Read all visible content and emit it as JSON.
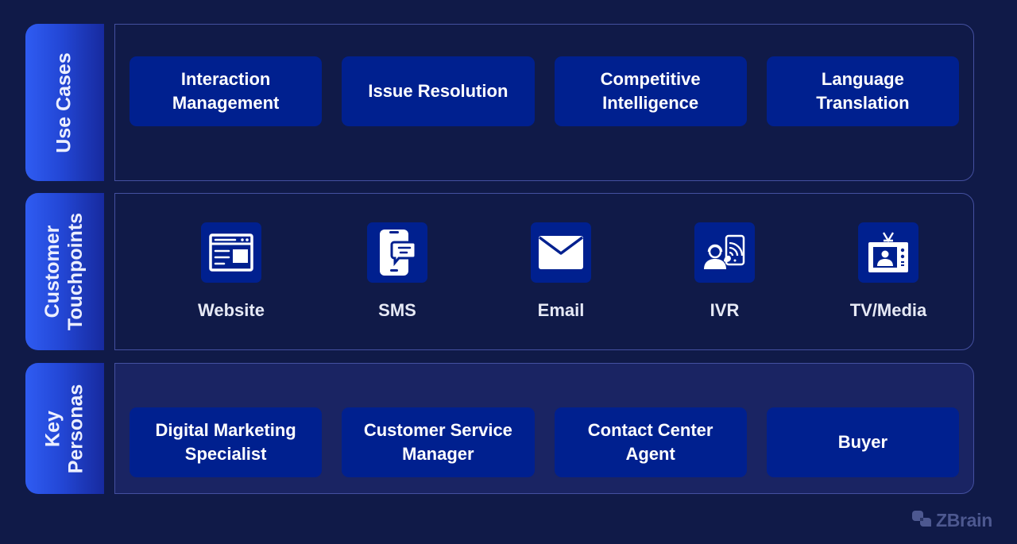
{
  "colors": {
    "background": "#101a48",
    "panel_border": "#4450a0",
    "personas_panel_bg": "#1a2463",
    "card_bg": "#00208f",
    "tab_gradient_start": "#2f5cf2",
    "tab_gradient_end": "#172a9e",
    "text": "#ffffff",
    "brand_text": "#4d5890"
  },
  "sections": {
    "use_cases": {
      "label": "Use Cases",
      "items": [
        {
          "label": "Interaction\nManagement"
        },
        {
          "label": "Issue Resolution"
        },
        {
          "label": "Competitive\nIntelligence"
        },
        {
          "label": "Language\nTranslation"
        }
      ]
    },
    "customer_touchpoints": {
      "label": "Customer\nTouchpoints",
      "items": [
        {
          "label": "Website",
          "icon": "browser-window-icon"
        },
        {
          "label": "SMS",
          "icon": "phone-chat-icon"
        },
        {
          "label": "Email",
          "icon": "envelope-icon"
        },
        {
          "label": "IVR",
          "icon": "agent-headset-phone-icon"
        },
        {
          "label": "TV/Media",
          "icon": "television-icon"
        }
      ]
    },
    "key_personas": {
      "label": "Key\nPersonas",
      "items": [
        {
          "label": "Digital Marketing\nSpecialist"
        },
        {
          "label": "Customer Service\nManager"
        },
        {
          "label": "Contact Center\nAgent"
        },
        {
          "label": "Buyer"
        }
      ]
    }
  },
  "brand": {
    "name": "ZBrain",
    "icon": "chat-bubbles-logo-icon"
  }
}
